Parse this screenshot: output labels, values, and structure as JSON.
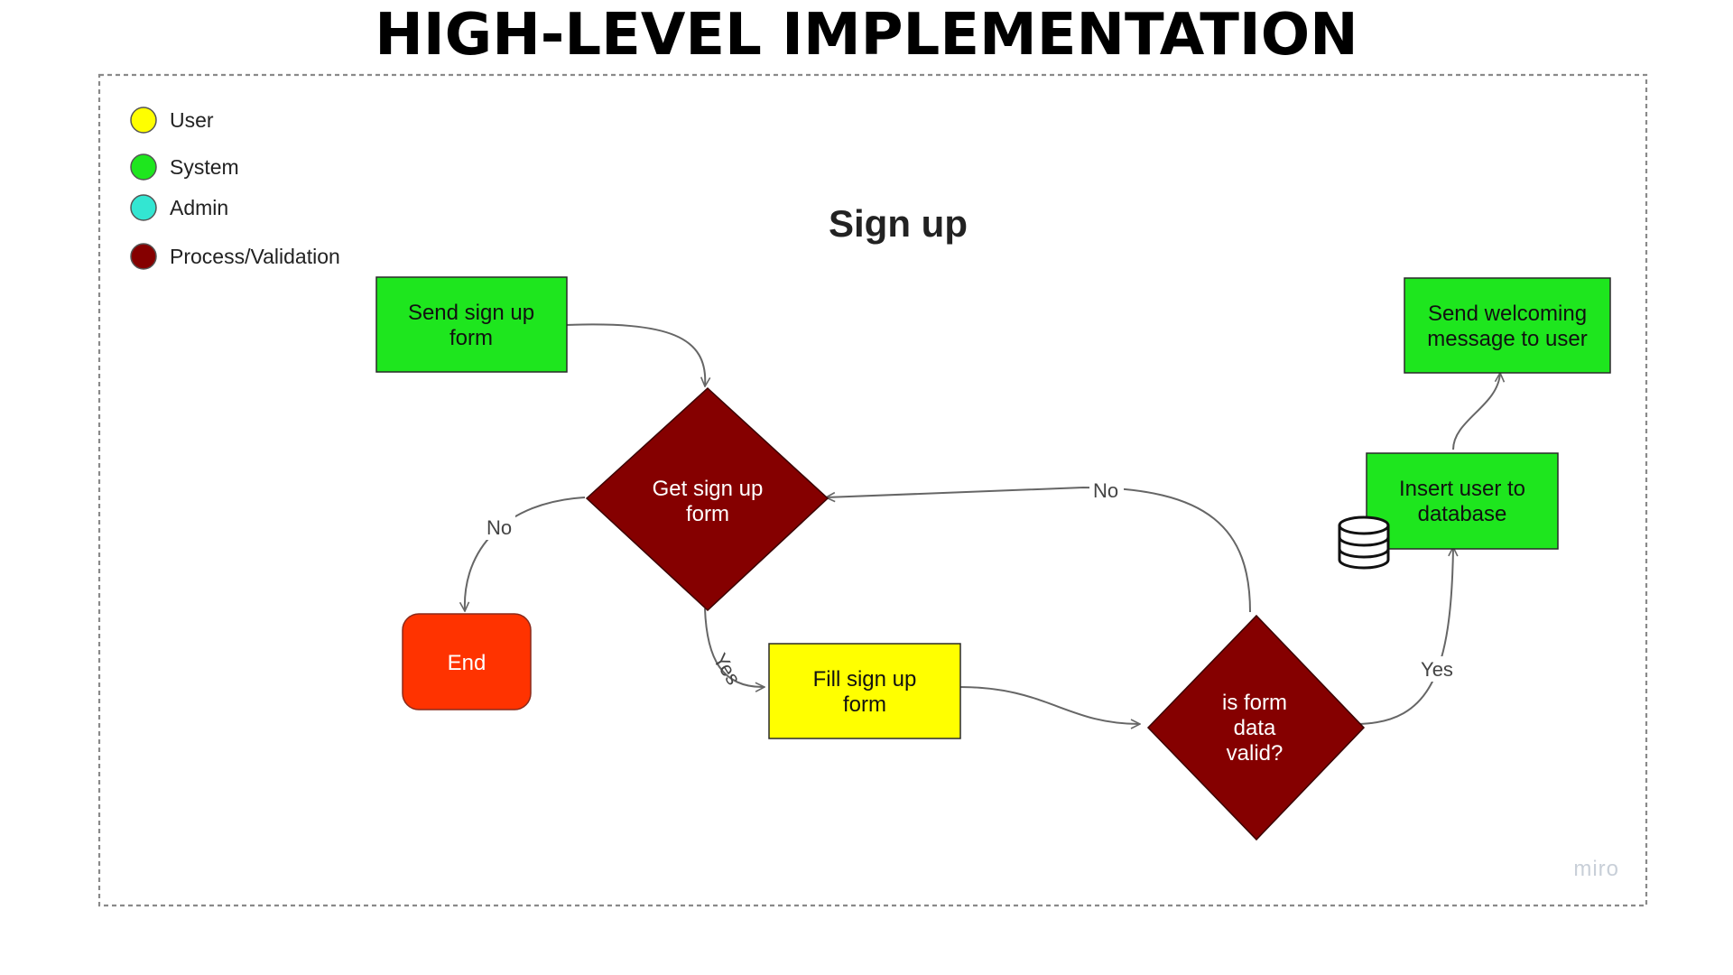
{
  "page_title": "HIGH-LEVEL IMPLEMENTATION",
  "diagram_title": "Sign up",
  "watermark": "miro",
  "colors": {
    "user": "#ffff00",
    "system": "#1ee61e",
    "admin": "#33e6d2",
    "process": "#850000",
    "end": "#ff3300"
  },
  "legend": [
    {
      "label": "User",
      "color": "#ffff00"
    },
    {
      "label": "System",
      "color": "#1ee61e"
    },
    {
      "label": "Admin",
      "color": "#33e6d2"
    },
    {
      "label": "Process/Validation",
      "color": "#850000"
    }
  ],
  "nodes": {
    "send_form": {
      "lines": [
        "Send sign up",
        "form"
      ],
      "shape": "rectangle",
      "role": "System"
    },
    "get_form": {
      "lines": [
        "Get sign up",
        "form"
      ],
      "shape": "diamond",
      "role": "Process/Validation"
    },
    "end": {
      "lines": [
        "End"
      ],
      "shape": "rounded-rectangle"
    },
    "fill_form": {
      "lines": [
        "Fill sign up",
        "form"
      ],
      "shape": "rectangle",
      "role": "User"
    },
    "is_valid": {
      "lines": [
        "is form",
        "data",
        "valid?"
      ],
      "shape": "diamond",
      "role": "Process/Validation"
    },
    "insert_user": {
      "lines": [
        "Insert user to",
        "database"
      ],
      "shape": "rectangle",
      "role": "System"
    },
    "send_welcome": {
      "lines": [
        "Send welcoming",
        "message to user"
      ],
      "shape": "rectangle",
      "role": "System"
    }
  },
  "edges": [
    {
      "from": "Send sign up form",
      "to": "Get sign up form",
      "label": ""
    },
    {
      "from": "Get sign up form",
      "to": "End",
      "label": "No"
    },
    {
      "from": "Get sign up form",
      "to": "Fill sign up form",
      "label": "Yes"
    },
    {
      "from": "Fill sign up form",
      "to": "is form data valid?",
      "label": ""
    },
    {
      "from": "is form data valid?",
      "to": "Get sign up form",
      "label": "No"
    },
    {
      "from": "is form data valid?",
      "to": "Insert user to database",
      "label": "Yes"
    },
    {
      "from": "Insert user to database",
      "to": "Send welcoming message to user",
      "label": ""
    }
  ]
}
